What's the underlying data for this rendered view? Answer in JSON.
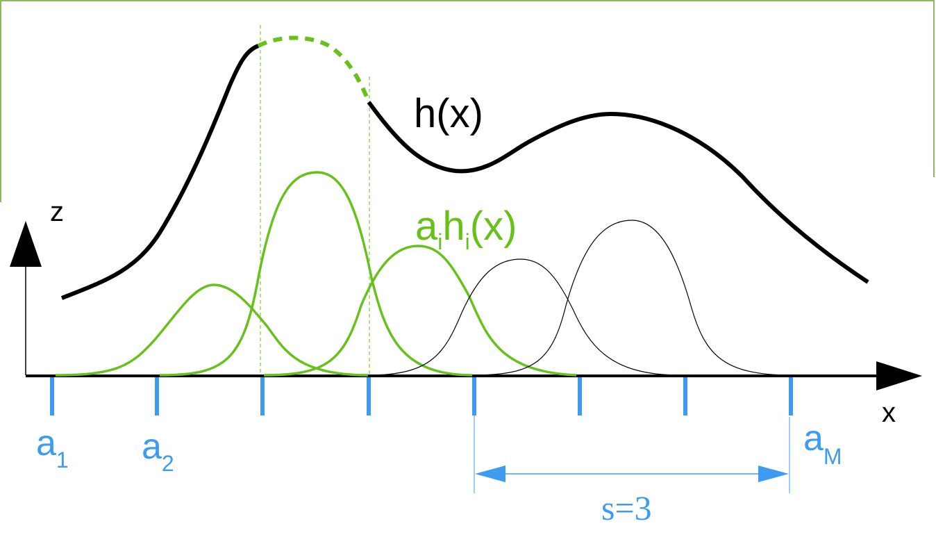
{
  "colors": {
    "black": "#000000",
    "green": "#66c21a",
    "blue": "#3d9bf0",
    "frame": "#6b9e2f"
  },
  "labels": {
    "h": "h(x)",
    "ai_a": "a",
    "ai_i1": "i",
    "ai_h": "h",
    "ai_i2": "i",
    "ai_x": "(x)",
    "z": "z",
    "x": "x",
    "a1": "a",
    "a1_sub": "1",
    "a2": "a",
    "a2_sub": "2",
    "aM": "a",
    "aM_sub": "M",
    "s": "s=3"
  }
}
